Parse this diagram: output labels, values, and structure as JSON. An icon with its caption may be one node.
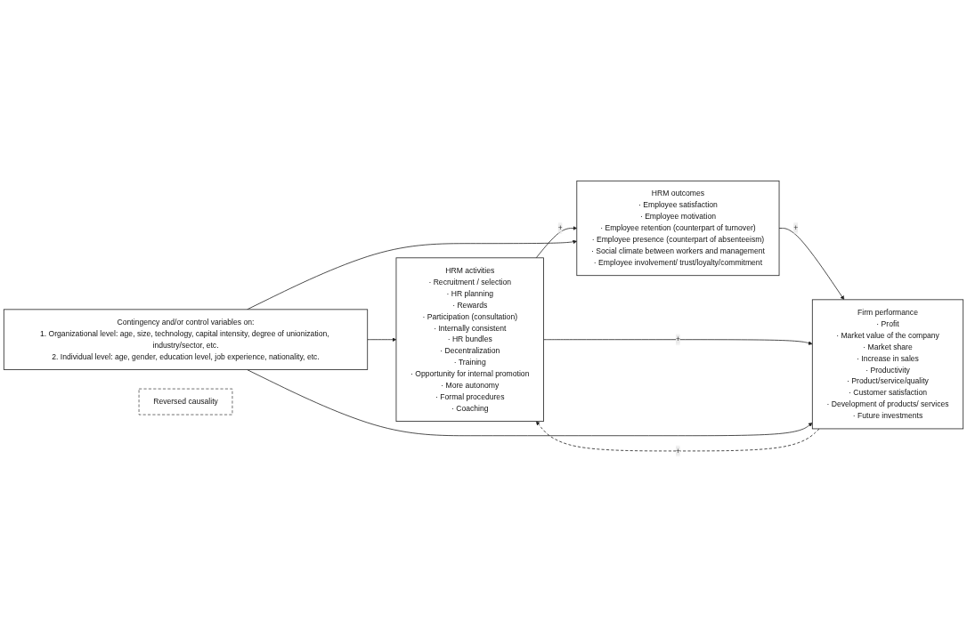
{
  "diagram": {
    "nodes": [
      {
        "text": [
          "HRM activities",
          "· Recruitment / selection",
          "· HR planning",
          "· Rewards",
          "· Participation (consultation)",
          "· Internally consistent",
          "· HR bundles",
          "· Decentralization",
          "· Training",
          "· Opportunity for internal promotion",
          "· More autonomy",
          "· Formal procedures",
          "· Coaching"
        ]
      },
      {
        "text": [
          "HRM outcomes",
          "· Employee satisfaction",
          "· Employee motivation",
          "· Employee retention (counterpart of turnover)",
          "· Employee presence (counterpart of absenteeism)",
          "· Social climate between workers and management",
          "· Employee involvement/ trust/loyalty/commitment"
        ]
      },
      {
        "text": [
          "Firm performance",
          "· Profit",
          "· Market value of the company",
          "· Market share",
          "· Increase in sales",
          "· Productivity",
          "· Product/service/quality",
          "· Customer satisfaction",
          "· Development of products/ services",
          "· Future investments"
        ]
      },
      {
        "text": [
          "Contingency and/or control variables on:",
          "1. Organizational level: age, size, technology, capital intensity, degree of unionization, industry/sector, etc.",
          "2. Individual level: age, gender, education level, job experience, nationality, etc."
        ]
      },
      {
        "text": [
          "Reversed causality"
        ]
      }
    ],
    "edges": [
      {
        "from": 0,
        "to": 1,
        "arrow": "to",
        "label": "+"
      },
      {
        "from": 1,
        "to": 2,
        "arrow": "to",
        "label": "+"
      },
      {
        "from": 0,
        "to": 2,
        "arrow": "to",
        "label": "+"
      },
      {
        "from": 2,
        "to": 0,
        "arrow": "to",
        "label": "+",
        "style": "dashed"
      },
      {
        "from": 3,
        "to": 0,
        "arrow": "to"
      },
      {
        "from": 3,
        "to": 1,
        "arrow": "to"
      },
      {
        "from": 3,
        "to": 2,
        "arrow": "to"
      }
    ]
  }
}
